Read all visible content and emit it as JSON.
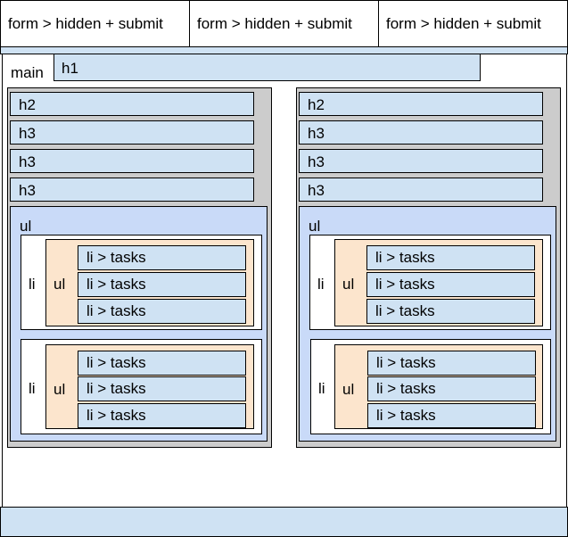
{
  "header": {
    "forms": [
      "form > hidden + submit",
      "form > hidden + submit",
      "form > hidden + submit"
    ]
  },
  "main": {
    "label": "main",
    "h1": "h1",
    "columns": [
      {
        "headings": [
          "h2",
          "h3",
          "h3",
          "h3"
        ],
        "ul_label": "ul",
        "items": [
          {
            "li": "li",
            "ul": "ul",
            "tasks": [
              "li > tasks",
              "li > tasks",
              "li > tasks"
            ]
          },
          {
            "li": "li",
            "ul": "ul",
            "tasks": [
              "li > tasks",
              "li > tasks",
              "li > tasks"
            ]
          }
        ]
      },
      {
        "headings": [
          "h2",
          "h3",
          "h3",
          "h3"
        ],
        "ul_label": "ul",
        "items": [
          {
            "li": "li",
            "ul": "ul",
            "tasks": [
              "li > tasks",
              "li > tasks",
              "li > tasks"
            ]
          },
          {
            "li": "li",
            "ul": "ul",
            "tasks": [
              "li > tasks",
              "li > tasks",
              "li > tasks"
            ]
          }
        ]
      }
    ]
  }
}
